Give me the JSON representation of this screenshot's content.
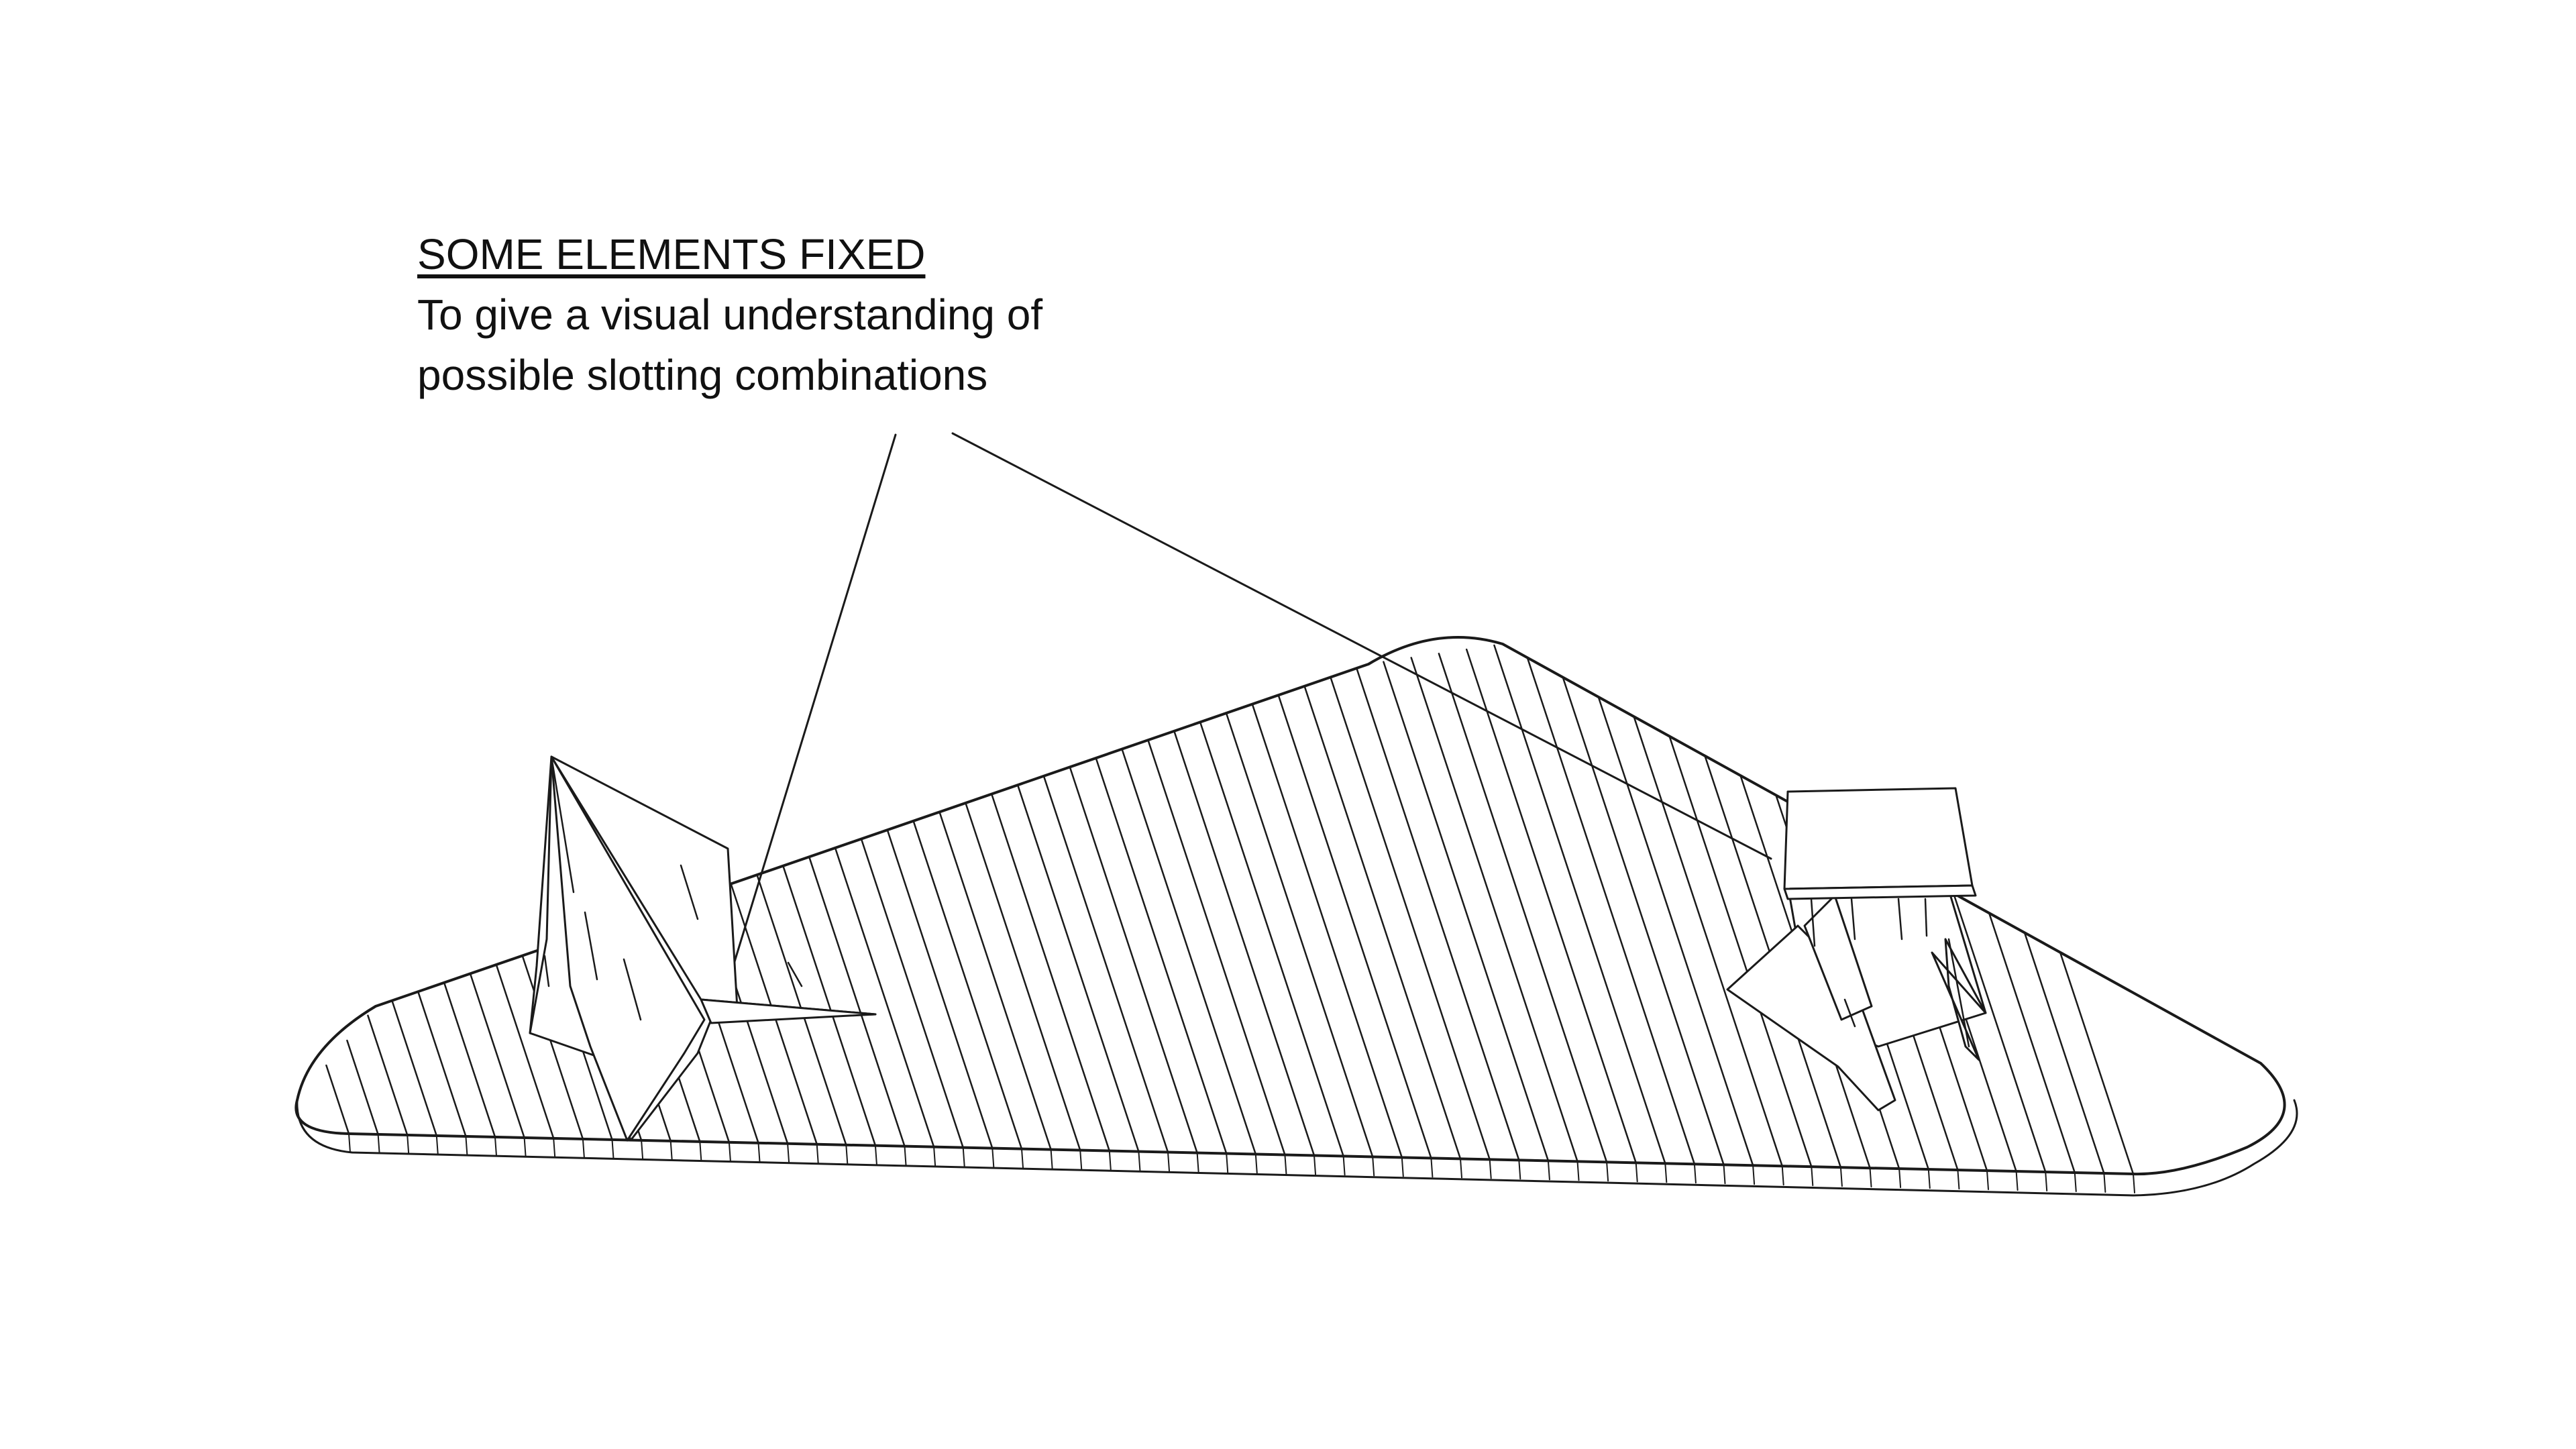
{
  "annotation": {
    "heading": "SOME ELEMENTS FIXED",
    "line1": "To give a visual understanding of",
    "line2": "possible slotting combinations"
  },
  "colors": {
    "background": "#ffffff",
    "linework": "#1a1a1a",
    "text": "#111111"
  }
}
